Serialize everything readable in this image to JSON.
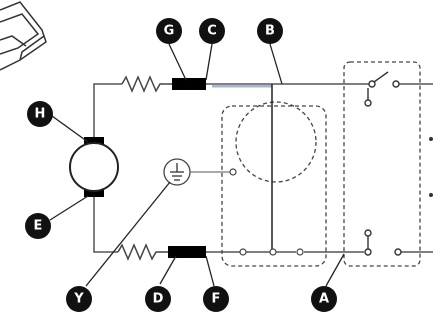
{
  "colors": {
    "wire": "#555555",
    "wire_dark": "#222222",
    "callout_fill": "#111111",
    "callout_text": "#ffffff",
    "ferrite_fill": "#000000",
    "highlight_wire": "#aab4c8"
  },
  "callouts": [
    {
      "id": "G",
      "label": "G"
    },
    {
      "id": "C",
      "label": "C"
    },
    {
      "id": "B",
      "label": "B"
    },
    {
      "id": "H",
      "label": "H"
    },
    {
      "id": "E",
      "label": "E"
    },
    {
      "id": "Y",
      "label": "Y"
    },
    {
      "id": "D",
      "label": "D"
    },
    {
      "id": "F",
      "label": "F"
    },
    {
      "id": "A",
      "label": "A"
    }
  ],
  "icons": {
    "motor": "dc-motor-icon",
    "ground": "ground-symbol-icon",
    "resistor": "resistor-icon",
    "ferrite": "ferrite-choke-icon",
    "switch": "switch-contact-icon"
  }
}
